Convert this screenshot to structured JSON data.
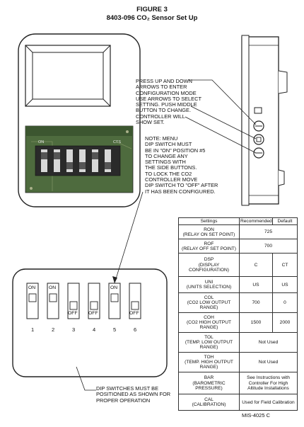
{
  "figure": {
    "number": "FIGURE 3",
    "title": "8403-096 CO₂ Sensor Set Up"
  },
  "notes": {
    "buttons": "PRESS UP AND DOWN\nARROWS TO ENTER\nCONFIGURATION MODE\nUSE ARROWS TO SELECT\nSETTING. PUSH MIDDLE\nBUTTON TO CHANGE.\nCONTROLLER WILL\nSHOW SET.",
    "menu": "NOTE: MENU\nDIP SWITCH MUST\nBE IN \"ON\" POSITION #5\nTO CHANGE ANY\nSETTINGS WITH\nTHE SIDE BUTTONS.\nTO LOCK THE CO2\nCONTROLLER MOVE\nDIP SWITCH TO \"OFF\" AFTER\nIT HAS BEEN CONFIGURED.",
    "dip": "DIP SWITCHES MUST BE POSITIONED AS SHOWN FOR PROPER OPERATION"
  },
  "board_labels": {
    "on": "ON",
    "cts": "CTS"
  },
  "switch_labels": {
    "on": "ON",
    "off": "OFF"
  },
  "switches": [
    {
      "number": "1",
      "position": "on"
    },
    {
      "number": "2",
      "position": "on"
    },
    {
      "number": "3",
      "position": "off"
    },
    {
      "number": "4",
      "position": "off"
    },
    {
      "number": "5",
      "position": "on"
    },
    {
      "number": "6",
      "position": "off"
    }
  ],
  "table": {
    "headers": [
      "Settings",
      "Recommended",
      "Default"
    ],
    "rows": [
      {
        "setting": "RON\n(RELAY ON SET POINT)",
        "value": "725"
      },
      {
        "setting": "ROF\n(RELAY OFF SET POINT)",
        "value": "700"
      },
      {
        "setting": "DSP\n(DISPLAY\nCONFIGURATION)",
        "recommended": "C",
        "default": "CT"
      },
      {
        "setting": "UNI\n(UNITS SELECTION)",
        "recommended": "US",
        "default": "US"
      },
      {
        "setting": "COL\n(CO2 LOW OUTPUT\nRANGE)",
        "recommended": "700",
        "default": "0"
      },
      {
        "setting": "COH\n(CO2 HIGH OUTPUT\nRANGE)",
        "recommended": "1500",
        "default": "2000"
      },
      {
        "setting": "TOL\n(TEMP. LOW OUTPUT\nRANGE)",
        "value": "Not Used"
      },
      {
        "setting": "TOH\n(TEMP. HIGH OUTPUT\nRANGE)",
        "value": "Not Used"
      },
      {
        "setting": "BAR\n(BAROMETRIC\nPRESSURE)",
        "value": "See Instructions with\nController For High\nAltitude Installations"
      },
      {
        "setting": "CAL\n(CALIBRATION)",
        "value": "Used for Field Calibration"
      }
    ]
  },
  "code": "MIS-4025 C"
}
